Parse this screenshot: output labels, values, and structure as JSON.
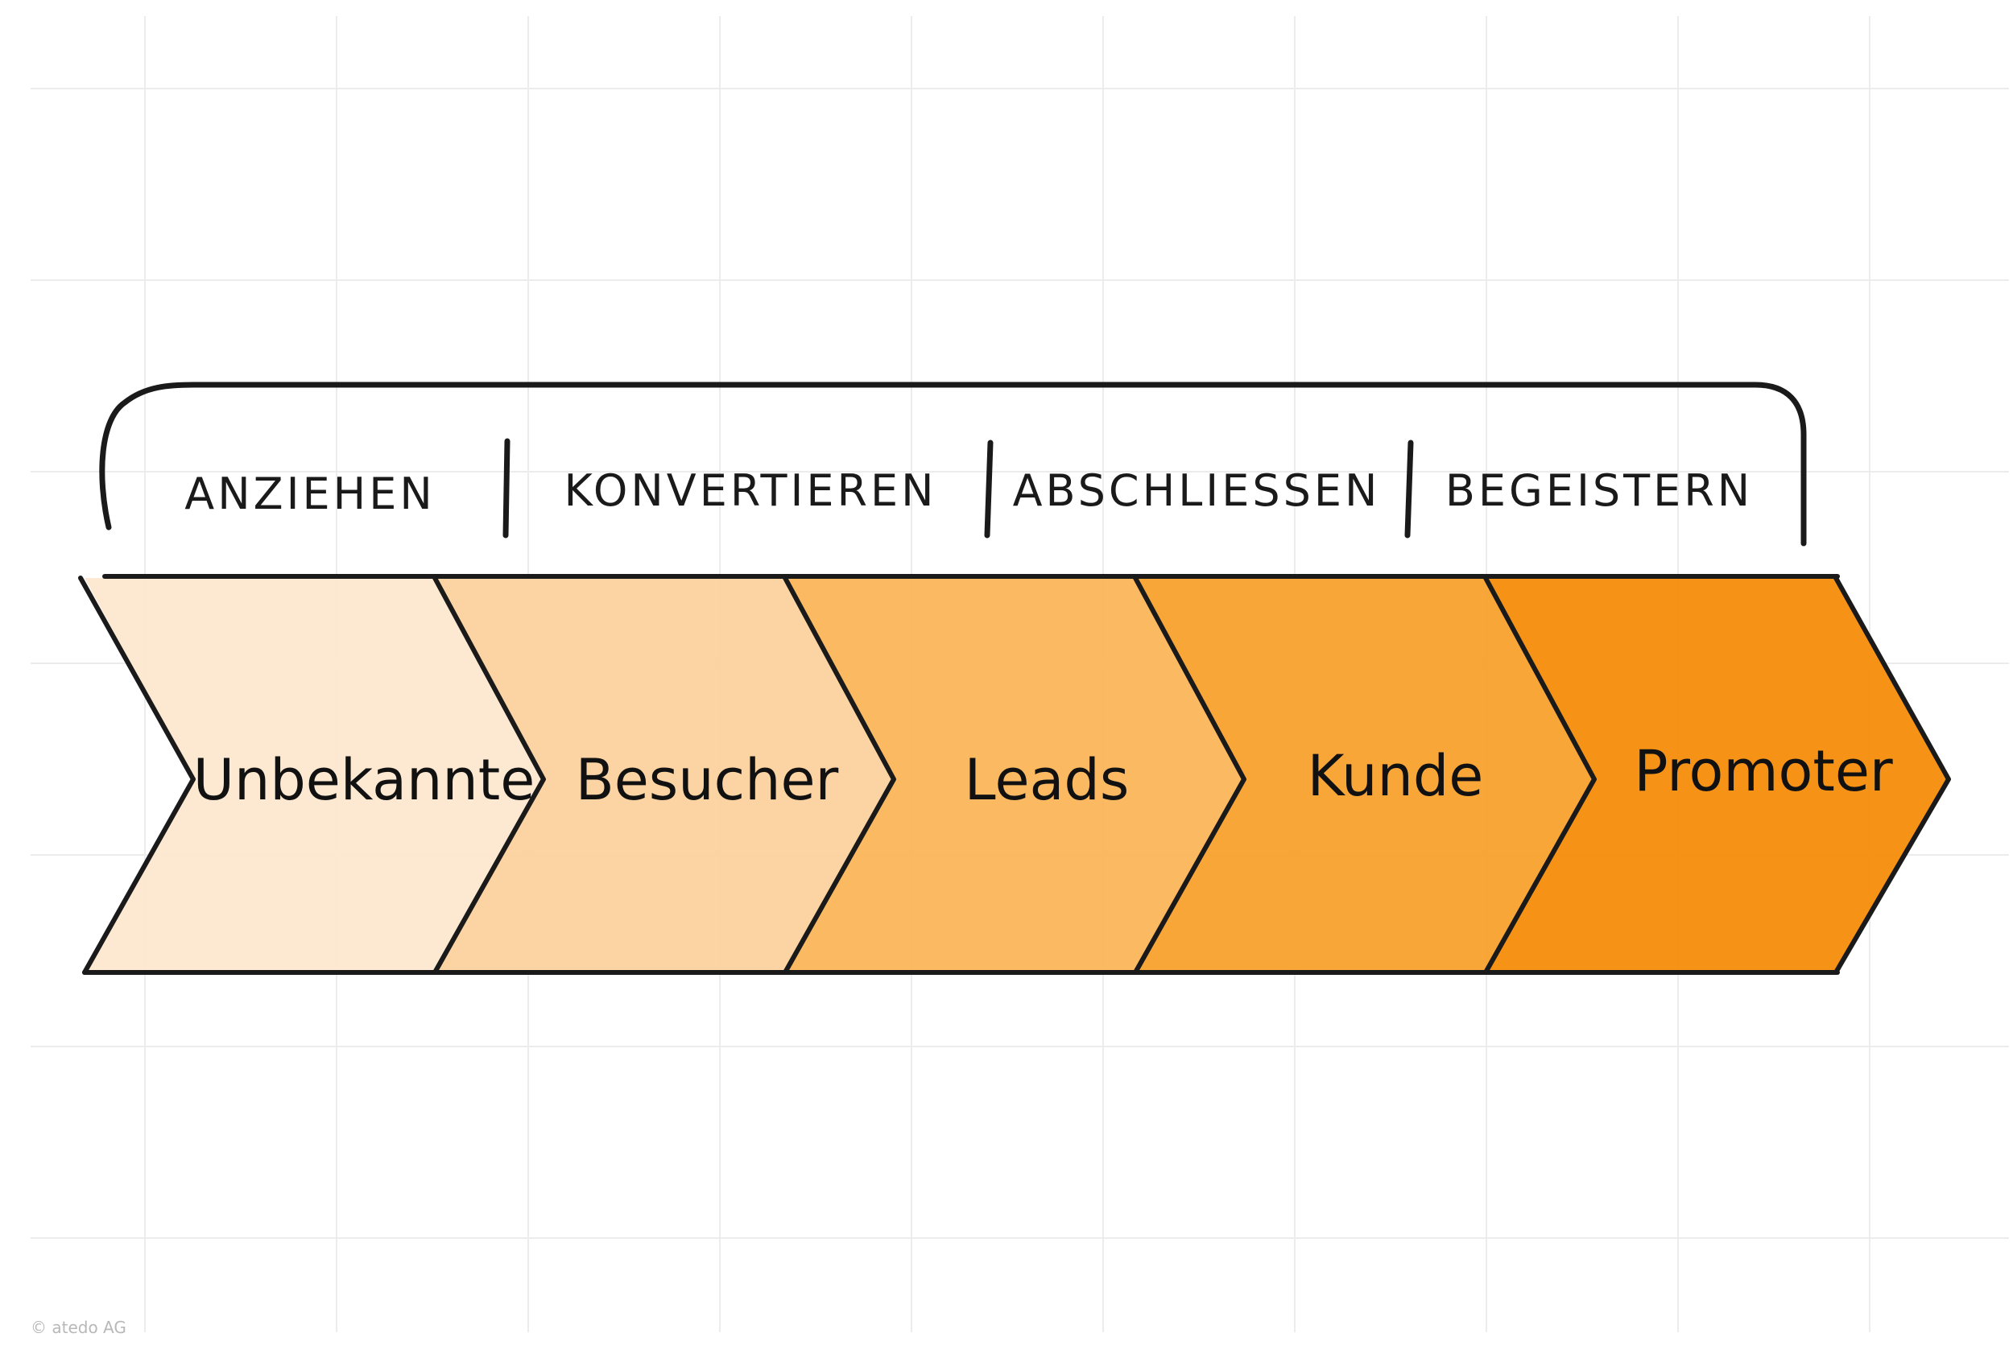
{
  "diagram": {
    "phases": [
      {
        "label": "ANZIEHEN"
      },
      {
        "label": "KONVERTIEREN"
      },
      {
        "label": "ABSCHLIESSEN"
      },
      {
        "label": "BEGEISTERN"
      }
    ],
    "stages": [
      {
        "label": "Unbekannte",
        "color": "#fde8cf"
      },
      {
        "label": "Besucher",
        "color": "#fcd29e"
      },
      {
        "label": "Leads",
        "color": "#fbb55a"
      },
      {
        "label": "Kunde",
        "color": "#f9a12e"
      },
      {
        "label": "Promoter",
        "color": "#f68c0a"
      }
    ],
    "outline_color": "#1a1a1a",
    "grid_color": "#ececec"
  },
  "footer": {
    "credit": "© atedo AG"
  }
}
